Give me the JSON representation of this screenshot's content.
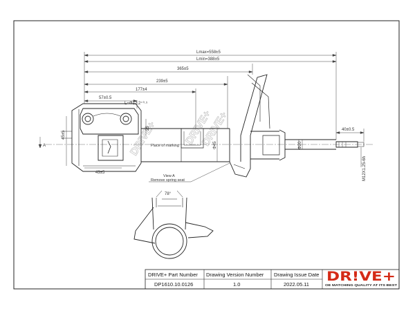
{
  "dimensions": {
    "lmax": "Lmax=558±5",
    "lmin": "Lmin=388±5",
    "d365": "365±5",
    "d239": "239±5",
    "d177": "177±4",
    "d57": "57±0.5",
    "phi": "L=Φ12.2⁺⁰·⁵",
    "d40": "40±0.5",
    "d43": "43±5",
    "d45": "45±5",
    "d25": "25",
    "d78": "78°",
    "dia45": "Φ45",
    "dia20": "Φ20",
    "thread": "M12X1.25-6h",
    "a_label": "A"
  },
  "notes": {
    "place_of_marking": "Place of marking",
    "view_a": "View A",
    "remove_spring_seat": "Remove spring seat"
  },
  "watermark": [
    "DRIVE+",
    "DRIVE+",
    "DRIVE+"
  ],
  "title_block": {
    "headers": [
      "DRIVE+ Part Number",
      "Drawing Version  Number",
      "Drawing Issue Date"
    ],
    "values": [
      "DP1610.10.0126",
      "1.0",
      "2022.05.11"
    ]
  },
  "logo": {
    "text": "DR!VE+",
    "slogan": "OE MATCHING QUALITY AT ITS BEST",
    "color": "#d42a16"
  }
}
